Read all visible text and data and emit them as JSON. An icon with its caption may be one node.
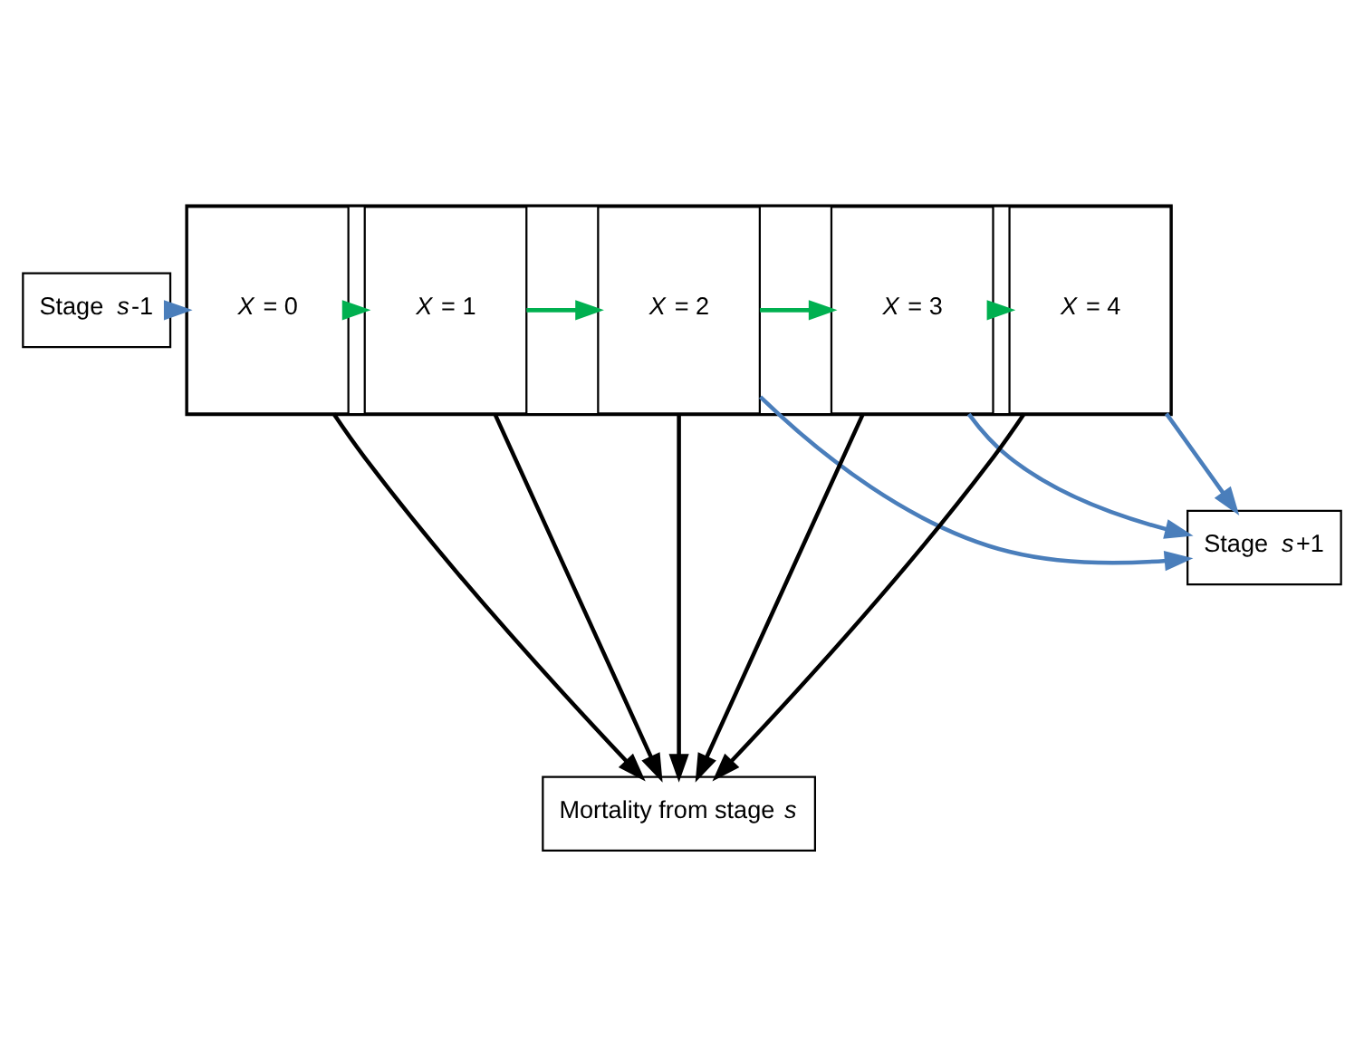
{
  "diagram": {
    "nodes": [
      {
        "text": [
          "Stage *s*+1"
        ]
      },
      {
        "text": [],
        "shape": "box"
      },
      {
        "text": [
          "*X* = 0"
        ],
        "in": 1
      },
      {
        "text": [
          "*X* = 1"
        ],
        "in": 1
      },
      {
        "text": [
          "*X* = 2"
        ],
        "in": 1
      },
      {
        "text": [
          "*X* = 3"
        ],
        "in": 1
      },
      {
        "text": [
          "*X* = 4"
        ],
        "in": 1
      },
      {
        "text": [
          "Stage *s*-1"
        ]
      },
      {
        "text": [
          "Mortality from stage *s*"
        ]
      }
    ],
    "edges": [
      {
        "from": 7,
        "to": 2,
        "arrow": "to",
        "color": "#4a7ebb"
      },
      {
        "from": 2,
        "to": 3,
        "arrow": "to",
        "color": "#00b050"
      },
      {
        "from": 3,
        "to": 4,
        "arrow": "to",
        "color": "#00b050"
      },
      {
        "from": 4,
        "to": 5,
        "arrow": "to",
        "color": "#00b050"
      },
      {
        "from": 5,
        "to": 6,
        "arrow": "to",
        "color": "#00b050"
      },
      {
        "from": 4,
        "to": 0,
        "arrow": "to",
        "color": "#4a7ebb"
      },
      {
        "from": 5,
        "to": 0,
        "arrow": "to",
        "color": "#4a7ebb"
      },
      {
        "from": 6,
        "to": 0,
        "arrow": "to",
        "color": "#4a7ebb"
      },
      {
        "from": 2,
        "to": 8,
        "arrow": "to"
      },
      {
        "from": 3,
        "to": 8,
        "arrow": "to"
      },
      {
        "from": 4,
        "to": 8,
        "arrow": "to"
      },
      {
        "from": 5,
        "to": 8,
        "arrow": "to"
      },
      {
        "from": 6,
        "to": 8,
        "arrow": "to"
      }
    ]
  }
}
